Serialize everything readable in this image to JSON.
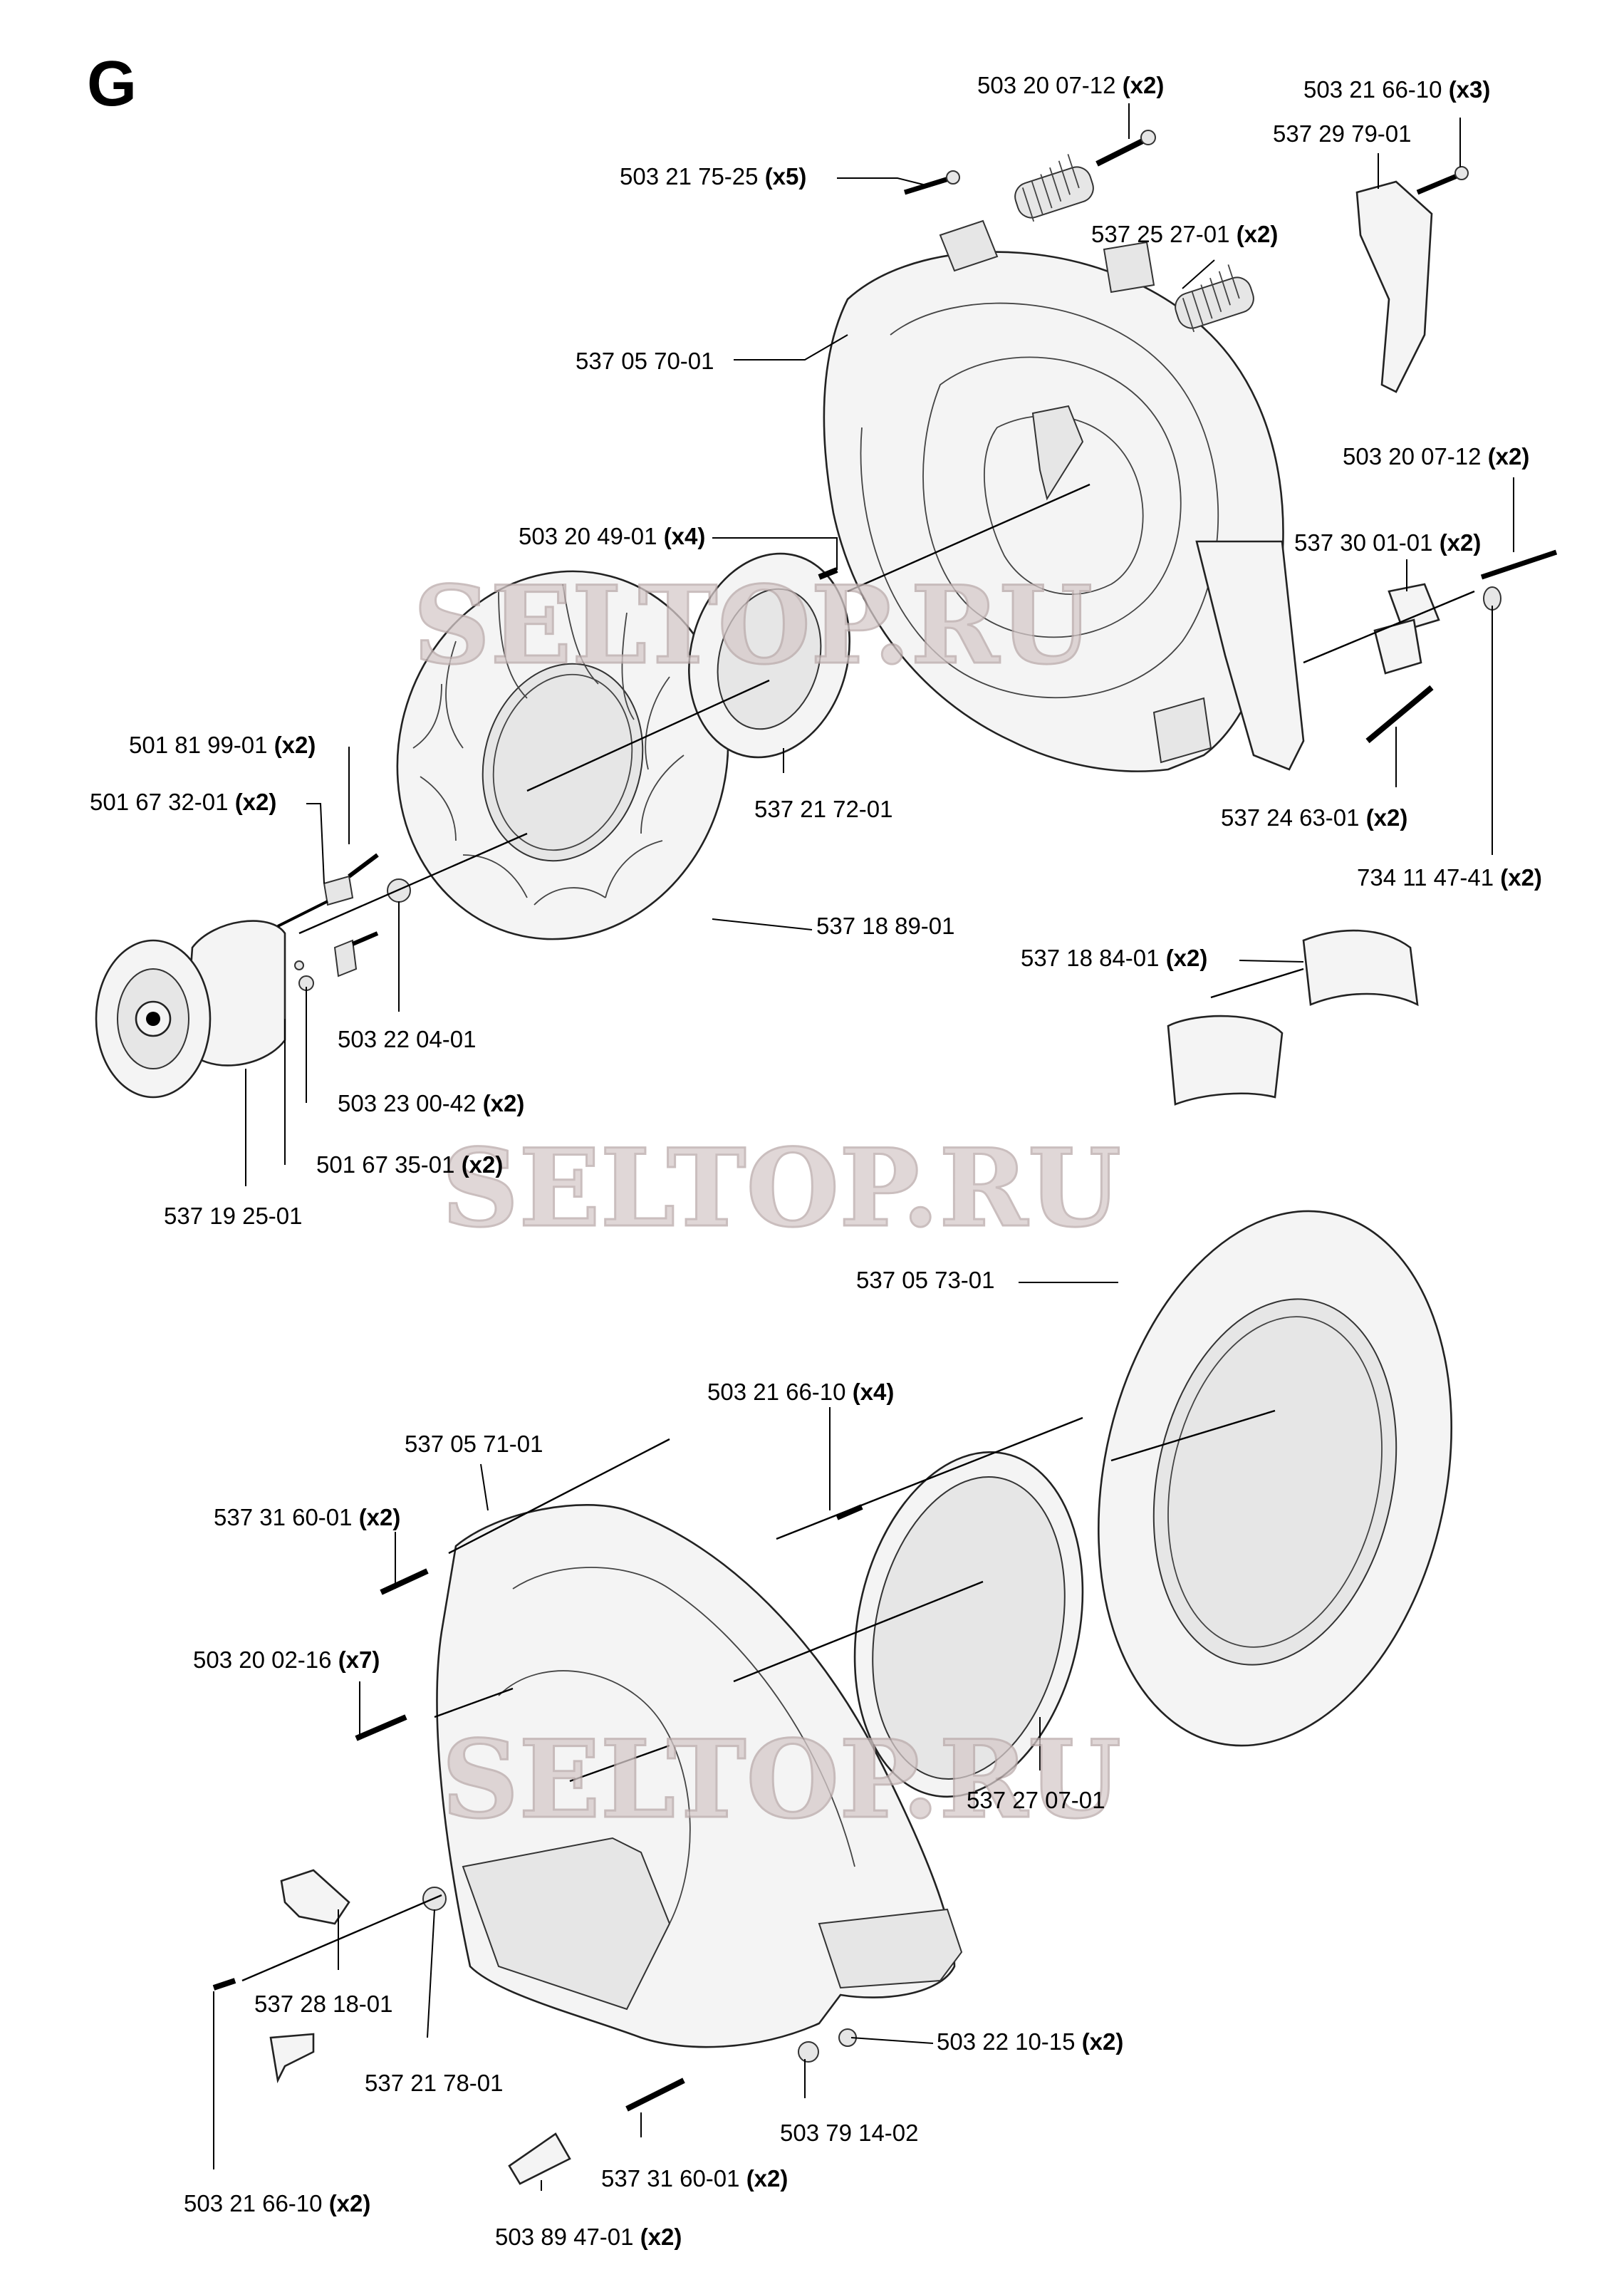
{
  "section_letter": "G",
  "watermarks": [
    "SELTOP.RU",
    "SELTOP.RU",
    "SELTOP.RU"
  ],
  "parts": [
    {
      "number": "503 20 07-12",
      "qty": "(x2)"
    },
    {
      "number": "503 21 66-10",
      "qty": "(x3)"
    },
    {
      "number": "537 29 79-01",
      "qty": ""
    },
    {
      "number": "503 21 75-25",
      "qty": "(x5)"
    },
    {
      "number": "537 25 27-01",
      "qty": "(x2)"
    },
    {
      "number": "537 05 70-01",
      "qty": ""
    },
    {
      "number": "503 20 07-12",
      "qty": "(x2)"
    },
    {
      "number": "503 20 49-01",
      "qty": "(x4)"
    },
    {
      "number": "537 30 01-01",
      "qty": "(x2)"
    },
    {
      "number": "501 81 99-01",
      "qty": "(x2)"
    },
    {
      "number": "537 21 72-01",
      "qty": ""
    },
    {
      "number": "501 67 32-01",
      "qty": "(x2)"
    },
    {
      "number": "537 24 63-01",
      "qty": "(x2)"
    },
    {
      "number": "734 11 47-41",
      "qty": "(x2)"
    },
    {
      "number": "537 18 89-01",
      "qty": ""
    },
    {
      "number": "537 18 84-01",
      "qty": "(x2)"
    },
    {
      "number": "503 22 04-01",
      "qty": ""
    },
    {
      "number": "503 23 00-42",
      "qty": "(x2)"
    },
    {
      "number": "501 67 35-01",
      "qty": "(x2)"
    },
    {
      "number": "537 19 25-01",
      "qty": ""
    },
    {
      "number": "537 05 73-01",
      "qty": ""
    },
    {
      "number": "503 21 66-10",
      "qty": "(x4)"
    },
    {
      "number": "537 05 71-01",
      "qty": ""
    },
    {
      "number": "537 31 60-01",
      "qty": "(x2)"
    },
    {
      "number": "503 20 02-16",
      "qty": "(x7)"
    },
    {
      "number": "537 27 07-01",
      "qty": ""
    },
    {
      "number": "537 28 18-01",
      "qty": ""
    },
    {
      "number": "537 21 78-01",
      "qty": ""
    },
    {
      "number": "503 22 10-15",
      "qty": "(x2)"
    },
    {
      "number": "503 79 14-02",
      "qty": ""
    },
    {
      "number": "537 31 60-01",
      "qty": "(x2)"
    },
    {
      "number": "503 21 66-10",
      "qty": "(x2)"
    },
    {
      "number": "503 89 47-01",
      "qty": "(x2)"
    }
  ]
}
